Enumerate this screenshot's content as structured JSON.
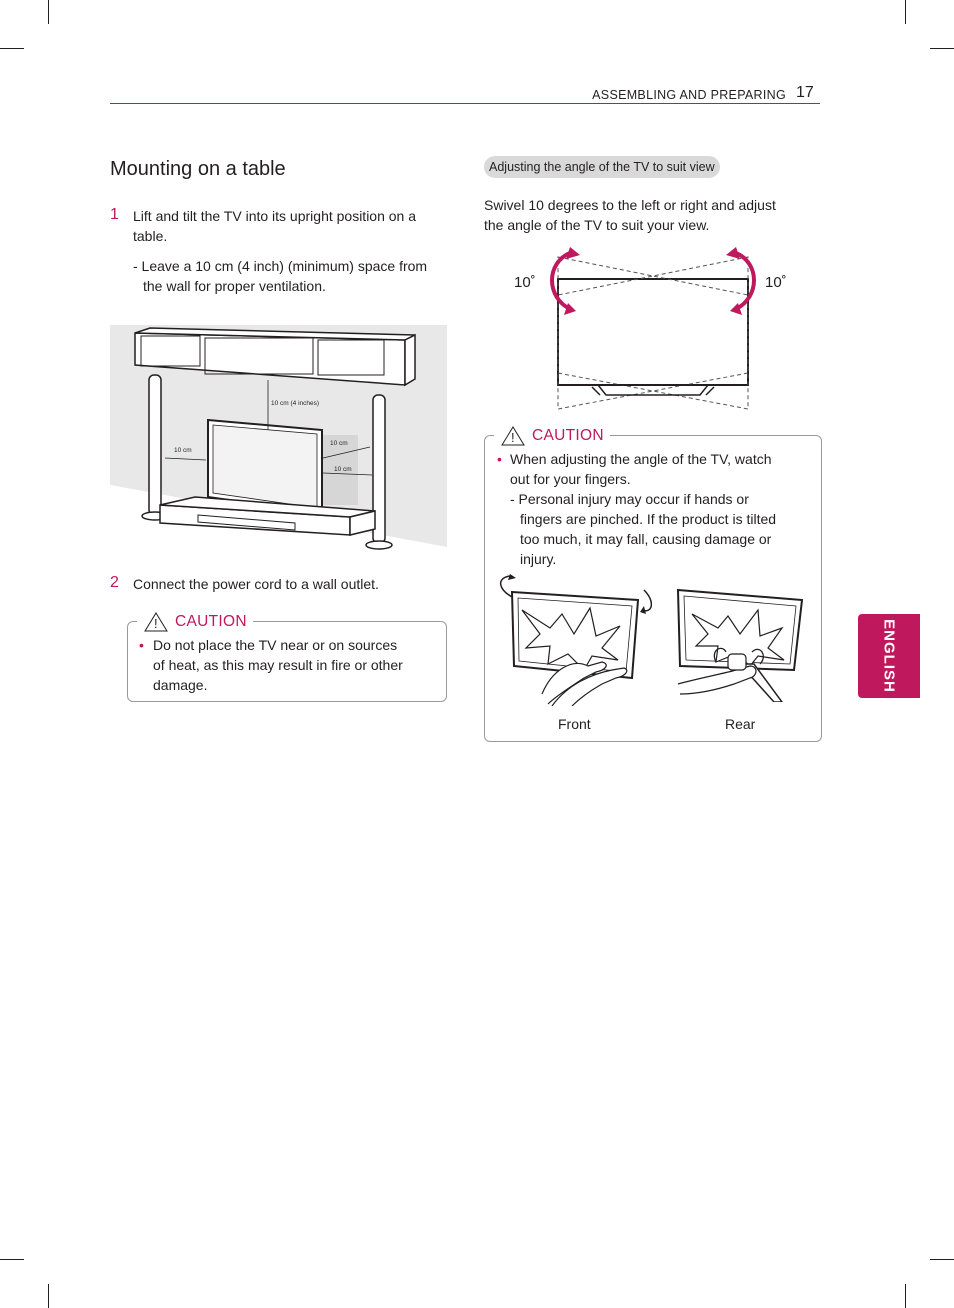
{
  "header": {
    "section": "ASSEMBLING AND PREPARING",
    "page_number": "17"
  },
  "left": {
    "title": "Mounting on a table",
    "step1": {
      "number": "1",
      "line1": "Lift and tilt the TV into its upright position on a",
      "line2": "table.",
      "sub_line1": "- Leave a 10 cm (4 inch) (minimum) space from",
      "sub_line2": "the wall for proper ventilation."
    },
    "figure": {
      "label_top": "10 cm (4 inches)",
      "label_left": "10 cm",
      "label_right_top": "10 cm",
      "label_right": "10 cm"
    },
    "step2": {
      "number": "2",
      "text": "Connect the power cord to a wall outlet."
    },
    "caution": {
      "label": "CAUTION",
      "bullet": "•",
      "line1": "Do not place the TV near or on sources",
      "line2": "of heat, as this may result in fire or other",
      "line3": "damage."
    }
  },
  "right": {
    "pill": "Adjusting the angle of the TV to suit view",
    "intro_line1": "Swivel 10 degrees to the left or right and adjust",
    "intro_line2": "the angle of the TV to suit your view.",
    "angle_left": "10˚",
    "angle_right": "10˚",
    "caution": {
      "label": "CAUTION",
      "bullet": "•",
      "line1": "When adjusting the angle of the TV, watch",
      "line2": "out for your fingers.",
      "sub1": "- Personal injury may occur if hands or",
      "sub2": "fingers are pinched. If the product is tilted",
      "sub3": "too much, it may fall, causing damage or",
      "sub4": "injury.",
      "caption_front": "Front",
      "caption_rear": "Rear"
    }
  },
  "side_tab": "ENGLISH",
  "colors": {
    "accent": "#c0185d",
    "text": "#231f20",
    "border": "#9a9a9a"
  }
}
